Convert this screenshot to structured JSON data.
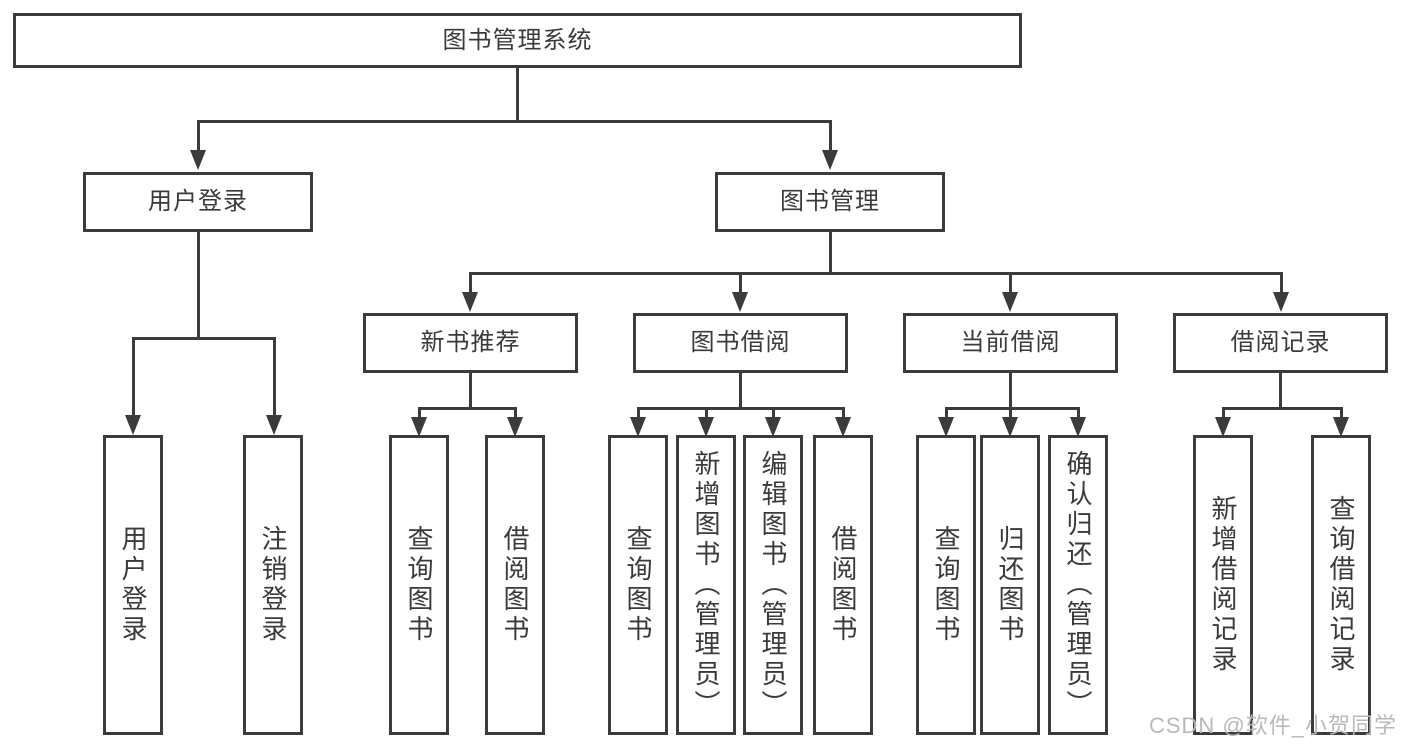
{
  "diagram": {
    "root": {
      "label": "图书管理系统"
    },
    "branches": {
      "user_login": {
        "label": "用户登录",
        "leaves": {
          "login": "用户登录",
          "logout": "注销登录"
        }
      },
      "book_mgmt": {
        "label": "图书管理",
        "sections": {
          "new_books": {
            "label": "新书推荐",
            "leaves": {
              "query": "查询图书",
              "borrow": "借阅图书"
            }
          },
          "borrowing": {
            "label": "图书借阅",
            "leaves": {
              "query": "查询图书",
              "add": "新增图书（管理员）",
              "edit": "编辑图书（管理员）",
              "borrow": "借阅图书"
            }
          },
          "current": {
            "label": "当前借阅",
            "leaves": {
              "query": "查询图书",
              "return": "归还图书",
              "confirm": "确认归还（管理员）"
            }
          },
          "records": {
            "label": "借阅记录",
            "leaves": {
              "add": "新增借阅记录",
              "query": "查询借阅记录"
            }
          }
        }
      }
    }
  },
  "watermark": {
    "text": "CSDN @软件_小贺同学"
  },
  "colors": {
    "line": "#3b3b3b",
    "text": "#3a3a3a",
    "watermark": "#b9b9b9",
    "background": "#ffffff"
  }
}
